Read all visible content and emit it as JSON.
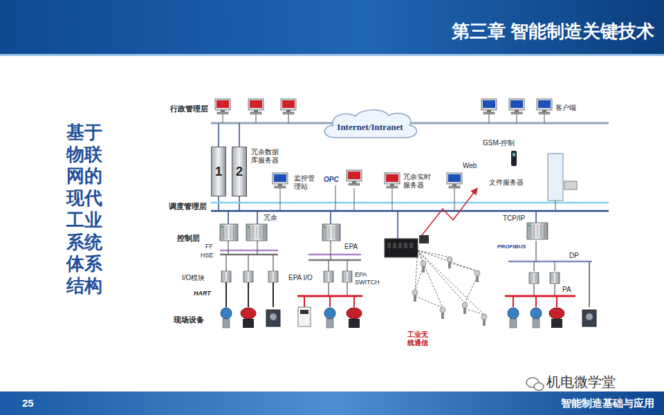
{
  "diagram": {
    "title": "第三章 智能制造关键技术",
    "caption": "基于物联网的现代工业系统体系结构",
    "nodes": [
      {
        "text": [
          "Internet/Intranet"
        ]
      },
      {
        "text": [
          "1"
        ]
      },
      {
        "text": [
          "2"
        ]
      }
    ],
    "labels": [
      "行政管理层",
      "客户端",
      "冗余数据库服务器",
      "监控管理站",
      "OPC",
      "冗余实时服务器",
      "Web",
      "GSM-控制",
      "文件服务器",
      "调度管理层",
      "TCP/IP",
      "冗余",
      "控制层",
      "FF",
      "HSE",
      "EPA",
      "DP",
      "PROFIBUS",
      "I/O模块",
      "EPA I/O",
      "EPA SWITCH",
      "PA",
      "HART",
      "工业无线通信",
      "现场设备",
      "25",
      "智能制造基础与应用",
      "机电微学堂"
    ]
  }
}
